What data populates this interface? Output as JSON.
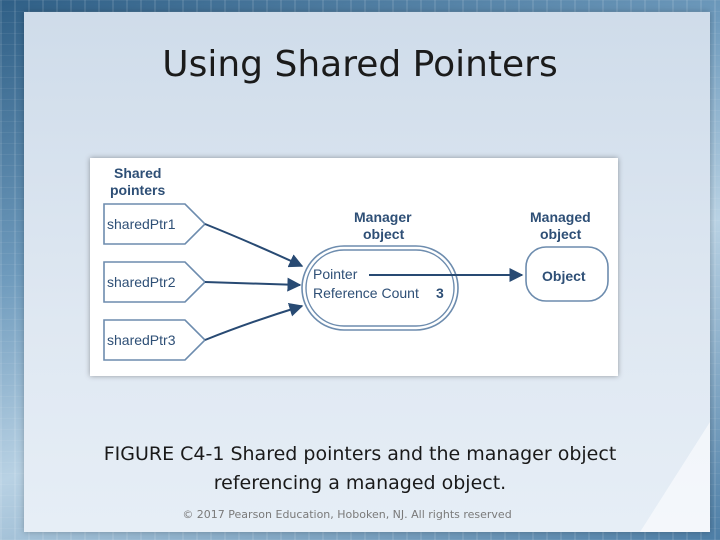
{
  "slide": {
    "title": "Using Shared Pointers",
    "caption_line1": "FIGURE C4-1 Shared pointers and the manager object",
    "caption_line2": "referencing a managed object.",
    "copyright": "© 2017 Pearson Education, Hoboken, NJ.  All rights reserved"
  },
  "diagram": {
    "shared_label_line1": "Shared",
    "shared_label_line2": "pointers",
    "shared_ptrs": [
      "sharedPtr1",
      "sharedPtr2",
      "sharedPtr3"
    ],
    "manager_label_line1": "Manager",
    "manager_label_line2": "object",
    "manager_pointer": "Pointer",
    "manager_refcount_label": "Reference Count",
    "manager_refcount_value": "3",
    "managed_label_line1": "Managed",
    "managed_label_line2": "object",
    "managed_object": "Object"
  },
  "colors": {
    "accent_blue": "#2e4f76",
    "arrow_blue": "#284a73"
  }
}
